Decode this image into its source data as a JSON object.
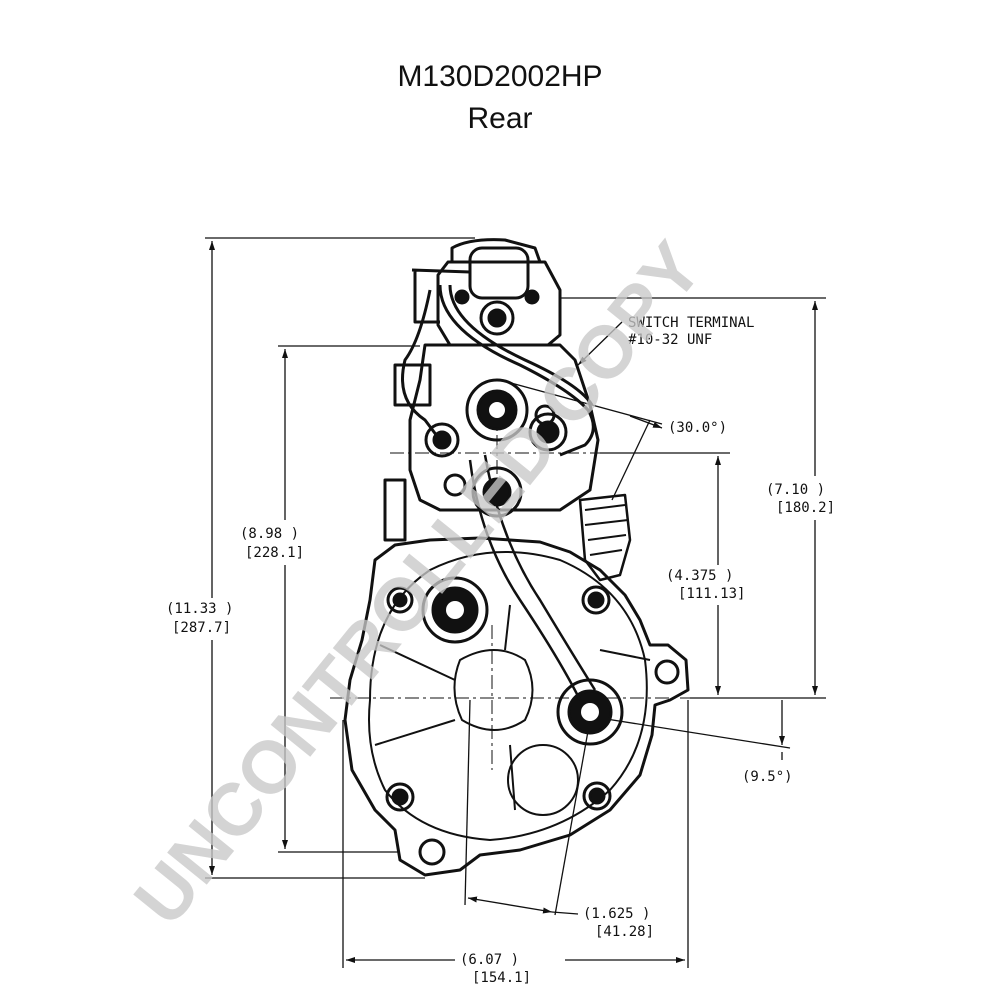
{
  "header": {
    "model": "M130D2002HP",
    "view": "Rear"
  },
  "callout": {
    "line1": "SWITCH TERMINAL",
    "line2": "#10-32 UNF"
  },
  "dimensions": {
    "overall_height_in": "(11.33   )",
    "overall_height_mm": "[287.7]",
    "body_height_in": "(8.98    )",
    "body_height_mm": "[228.1]",
    "terminal_height_in": "(7.10    )",
    "terminal_height_mm": "[180.2]",
    "center_height_in": "(4.375    )",
    "center_height_mm": "[111.13]",
    "angle_upper": "(30.0°)",
    "angle_lower": "(9.5°)",
    "offset_in": "(1.625   )",
    "offset_mm": "[41.28]",
    "width_in": "(6.07    )",
    "width_mm": "[154.1]"
  },
  "watermark": "UNCONTROLLED COPY"
}
